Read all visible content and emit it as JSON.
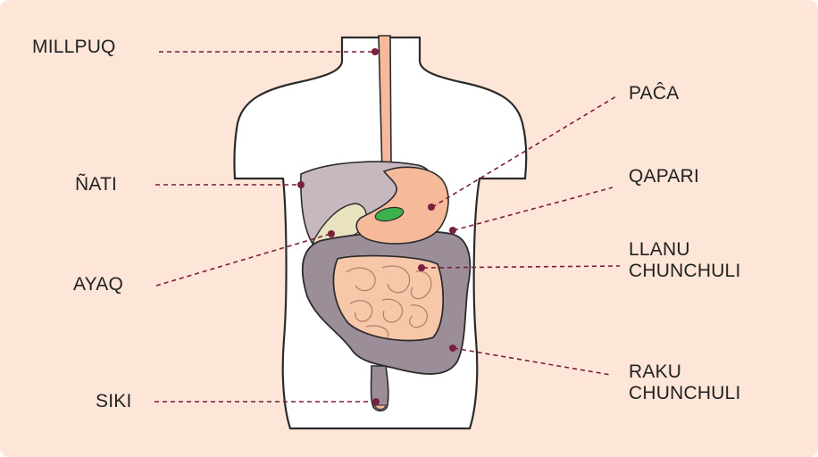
{
  "diagram": {
    "labels": {
      "millpuq": "MILLPUQ",
      "nati": "ÑATI",
      "ayaq": "AYAQ",
      "siki": "SIKI",
      "paca": "PAĈA",
      "qapari": "QAPARI",
      "llanu_line1": "LLANU",
      "llanu_line2": "CHUNCHULI",
      "raku_line1": "RAKU",
      "raku_line2": "CHUNCHULI"
    }
  },
  "colors": {
    "background": "#fde6d8",
    "body_outline": "#2b2b2b",
    "body_fill": "#ffffff",
    "leader_line": "#7a1f3d",
    "esophagus_stomach": "#f6b99a",
    "liver": "#c7b8bf",
    "gallbladder": "#3cb04a",
    "pancreas": "#e9e2bf",
    "large_intestine": "#9c8e98",
    "small_intestine": "#f7c7aa",
    "label_text": "#222222"
  }
}
